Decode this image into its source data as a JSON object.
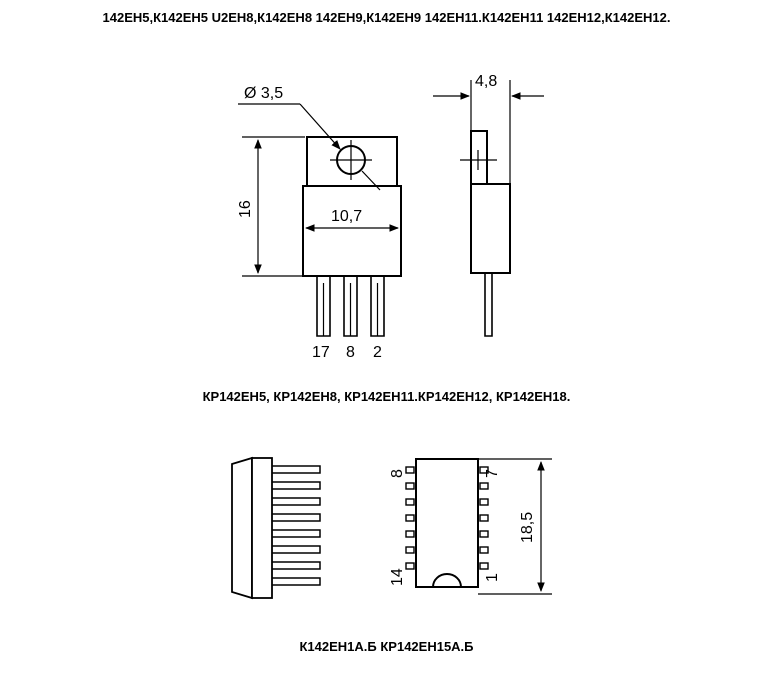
{
  "captions": {
    "top": "142ЕН5,К142ЕН5 U2ЕН8,К142ЕН8 142ЕН9,К142ЕН9 142ЕН11.К142ЕН11 142ЕН12,К142ЕН12.",
    "middle": "КР142ЕН5, КР142ЕН8, КР142ЕН11.КР142ЕН12, КР142ЕН18.",
    "bottom": "К142ЕН1А.Б КР142ЕН15А.Б"
  },
  "to220_front": {
    "hole_dim": "Ø 3,5",
    "height_dim": "16",
    "width_dim": "10,7",
    "pin_labels": [
      "17",
      "8",
      "2"
    ]
  },
  "to220_side": {
    "thickness_dim": "4,8"
  },
  "dip_top": {
    "pin_left_top": "8",
    "pin_right_top": "7",
    "pin_left_bottom": "14",
    "pin_right_bottom": "1",
    "length_dim": "18,5"
  }
}
